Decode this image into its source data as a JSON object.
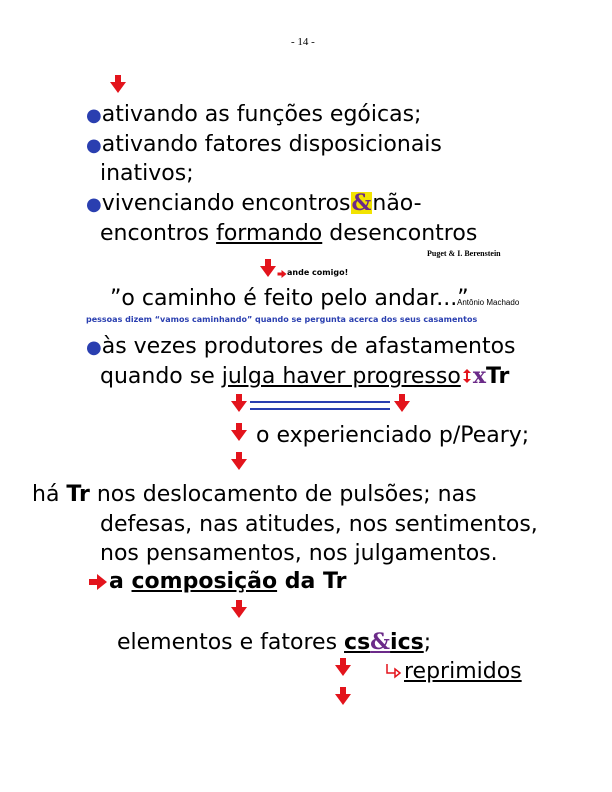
{
  "page_number": "- 14 -",
  "bullets": {
    "b1": "ativando as funções egóicas;",
    "b2_line1": "ativando fatores disposicionais",
    "b2_line2": "inativos;",
    "b3_part1": "vivenciando encontros",
    "b3_amp": "&",
    "b3_part2": "não-",
    "b3_line2_a": "encontros ",
    "b3_line2_u": "formando",
    "b3_line2_b": " desencontros",
    "b4_line1": "às vezes produtores de afastamentos",
    "b4_line2_a": "quando se ",
    "b4_line2_u": "julga haver progresso",
    "b4_x": "x",
    "b4_tr": "Tr"
  },
  "citation_puget": "Puget & I. Berenstein",
  "ande_comigo": "ande comigo!",
  "quote": "”o caminho é feito pelo andar...”",
  "quote_author": "Antônio Machado",
  "blue_note": "pessoas dizem “vamos caminhando” quando se pergunta acerca dos seus casamentos",
  "experienciado": "o experienciado p/Peary;",
  "ha": {
    "a": "há ",
    "tr": "Tr",
    "rest": " nos deslocamento de pulsões; nas",
    "line2": "defesas, nas atitudes, nos sentimentos,",
    "line3": "nos pensamentos, nos julgamentos."
  },
  "composicao": {
    "a": "a ",
    "u": "composição",
    "b": " da ",
    "tr": "Tr"
  },
  "elementos": {
    "a": "elementos e fatores ",
    "cs": "cs",
    "amp": "&",
    "ics": "ics",
    "end": ";"
  },
  "reprimidos": "reprimidos",
  "colors": {
    "arrow_red": "#e3141c",
    "bullet_blue": "#2a3fb0",
    "amp_purple": "#6b2a88",
    "amp_yellow": "#f2e300"
  }
}
